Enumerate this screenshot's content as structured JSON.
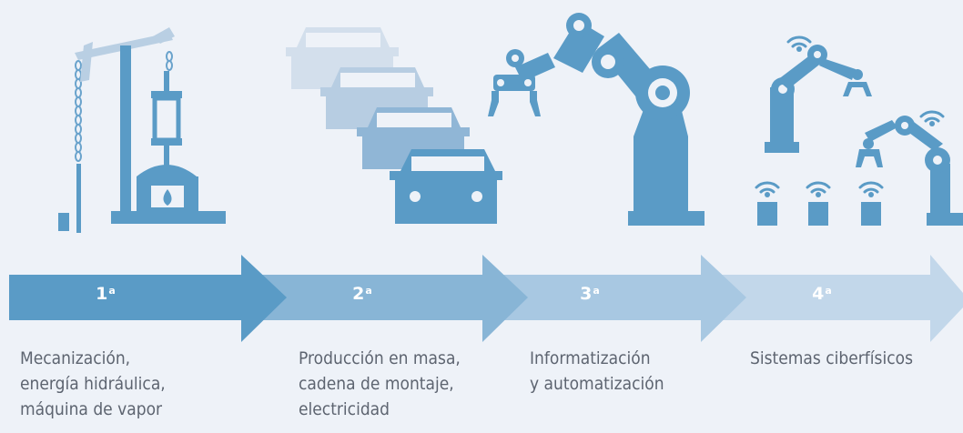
{
  "colors": {
    "background": "#eef2f8",
    "arrow_1": "#5a9bc6",
    "arrow_2": "#88b5d6",
    "arrow_3": "#a8c8e2",
    "arrow_4": "#c2d7ea",
    "icon_dark": "#5a9bc6",
    "icon_light": "#c9d8e8",
    "label_text": "#5d6470"
  },
  "stages": [
    {
      "number": "1",
      "suffix": "a",
      "label": "Mecanización,\nenergía hidráulica,\nmáquina de vapor",
      "icon": "steam-hammer-icon"
    },
    {
      "number": "2",
      "suffix": "a",
      "label": "Producción en masa,\ncadena de montaje,\nelectricidad",
      "icon": "car-assembly-line-icon"
    },
    {
      "number": "3",
      "suffix": "a",
      "label": "Informatización\ny automatización",
      "icon": "robot-arm-icon"
    },
    {
      "number": "4",
      "suffix": "a",
      "label": "Sistemas ciberfísicos",
      "icon": "connected-robots-icon"
    }
  ]
}
